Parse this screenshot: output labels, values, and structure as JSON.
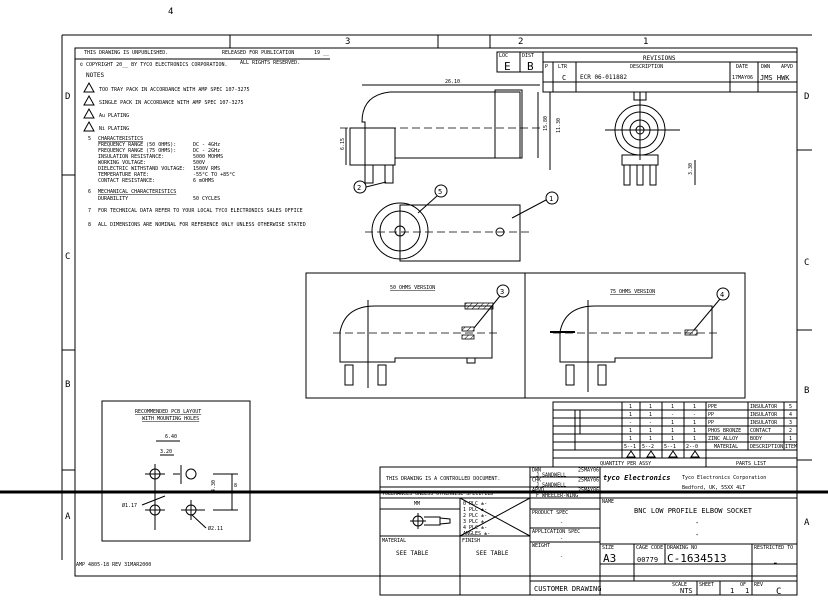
{
  "zones": {
    "top": [
      "4",
      "3",
      "2",
      "1"
    ],
    "side": [
      "D",
      "C",
      "B",
      "A"
    ]
  },
  "header": {
    "line1_left": "THIS DRAWING IS UNPUBLISHED.",
    "line1_mid": "RELEASED FOR PUBLICATION",
    "line1_right": "19 __",
    "line2_left": "© COPYRIGHT  20__  BY TYCO ELECTRONICS CORPORATION.",
    "line2_right": "ALL RIGHTS RESERVED."
  },
  "loc_dist": {
    "loc_label": "LOC",
    "loc": "E",
    "dist_label": "DIST",
    "dist": "B"
  },
  "revisions": {
    "title": "REVISIONS",
    "headers": [
      "P",
      "LTR",
      "DESCRIPTION",
      "DATE",
      "DWN",
      "APVD"
    ],
    "rows": [
      {
        "p": "",
        "ltr": "C",
        "description": "ECR  06-011882",
        "date": "17MAY06",
        "dwn_apvd": "JMS HWK"
      }
    ]
  },
  "notes": {
    "title": "NOTES",
    "items": [
      {
        "num": "1",
        "text": "TOO TRAY PACK IN ACCORDANCE WITH AMP SPEC 107-3275"
      },
      {
        "num": "2",
        "text": "SINGLE PACK IN ACCORDANCE WITH AMP SPEC 107-3275"
      },
      {
        "num": "3",
        "text": "Au PLATING"
      },
      {
        "num": "4",
        "text": "Ni PLATING"
      }
    ],
    "characteristics_num": "5",
    "characteristics_title": "CHARACTERISTICS",
    "characteristics": [
      {
        "label": "FREQUENCY RANGE (50 OHMS):",
        "value": "DC - 4GHz"
      },
      {
        "label": "FREQUENCY RANGE (75 OHMS):",
        "value": "DC - 2GHz"
      },
      {
        "label": "INSULATION RESISTANCE:",
        "value": "5000 MOHMS"
      },
      {
        "label": "WORKING VOLTAGE:",
        "value": "500V"
      },
      {
        "label": "DIELECTRIC WITHSTAND VOLTAGE:",
        "value": "1500V RMS"
      },
      {
        "label": "TEMPERATURE RATE:",
        "value": "-55°C TO +85°C"
      },
      {
        "label": "CONTACT RESISTANCE:",
        "value": "6 mOHMS"
      }
    ],
    "mechanical_num": "6",
    "mechanical_title": "MECHANICAL CHARACTERISTICS",
    "mechanical": [
      {
        "label": "DURABILITY",
        "value": "50 CYCLES"
      }
    ],
    "note7_num": "7",
    "note7": "FOR TECHNICAL DATA REFER TO YOUR LOCAL TYCO ELECTRONICS SALES OFFICE",
    "note8_num": "8",
    "note8": "ALL DIMENSIONS ARE NOMINAL FOR REFERENCE ONLY UNLESS OTHERWISE STATED"
  },
  "dimensions": {
    "length": "26.10",
    "height": "15.80",
    "height2": "11.30",
    "side": "6.15",
    "pin": "3.30"
  },
  "balloons": [
    "1",
    "2",
    "3",
    "4",
    "5"
  ],
  "insets": {
    "left_title": "50 OHMS VERSION",
    "right_title": "75 OHMS VERSION"
  },
  "pcb": {
    "title1": "RECOMMENDED PCB LAYOUT",
    "title2": "WITH MOUNTING HOLES",
    "dim1": "6.40",
    "dim2": "3.20",
    "dim3": "4.30",
    "dim4": "8",
    "hole1": "Ø1.17",
    "hole2": "Ø2.11"
  },
  "parts_list": {
    "rows": [
      {
        "q": [
          "1",
          "1",
          "1",
          "1"
        ],
        "material": "PPE",
        "description": "INSULATOR",
        "item": "5"
      },
      {
        "q": [
          "1",
          "1",
          "-",
          "-"
        ],
        "material": "PP",
        "description": "INSULATOR",
        "item": "4"
      },
      {
        "q": [
          "-",
          "-",
          "1",
          "1"
        ],
        "material": "PP",
        "description": "INSULATOR",
        "item": "3"
      },
      {
        "q": [
          "1",
          "1",
          "1",
          "1"
        ],
        "material": "PHOS BRONZE",
        "description": "CONTACT",
        "item": "2"
      },
      {
        "q": [
          "1",
          "1",
          "1",
          "1"
        ],
        "material": "ZINC ALLOY",
        "description": "BODY",
        "item": "1"
      }
    ],
    "variants": [
      "5--1",
      "5--2",
      "5--1",
      "2--0"
    ],
    "material_header": "MATERIAL",
    "description_header": "DESCRIPTION",
    "item_header": "ITEM",
    "qty_label": "QUANTITY PER ASSY",
    "parts_label": "PARTS LIST"
  },
  "title_block": {
    "controlled": "THIS DRAWING IS A CONTROLLED DOCUMENT.",
    "dwn_label": "DWN",
    "dwn": "J SANDWELL",
    "dwn_date": "25MAY06",
    "chk_label": "CHK",
    "chk": "J SANDWELL",
    "chk_date": "25MAY06",
    "apvd_label": "APVD",
    "apvd": "F WHEELER-WING",
    "apvd_date": "25MAY06",
    "product_spec_label": "PRODUCT SPEC",
    "product_spec": "-",
    "application_spec_label": "APPLICATION SPEC",
    "application_spec": "-",
    "weight_label": "WEIGHT",
    "weight": "-",
    "customer_drawing": "CUSTOMER DRAWING",
    "company_logo": "tyco Electronics",
    "company": "Tyco Electronics Corporation",
    "location": "Bedford, UK, 55XX 4LT",
    "name_label": "NAME",
    "name": "BNC LOW PROFILE ELBOW SOCKET",
    "name2": "-",
    "name3": "-",
    "size_label": "SIZE",
    "size": "A3",
    "cage_label": "CAGE CODE",
    "cage": "00779",
    "dwg_label": "DRAWING NO",
    "dwg": "C-1634513",
    "restricted_label": "RESTRICTED TO",
    "restricted": "-",
    "scale_label": "SCALE",
    "scale": "NTS",
    "sheet_label": "SHEET",
    "sheet": "1",
    "of_label": "OF",
    "of": "1",
    "rev_label": "REV",
    "rev": "C",
    "tolerance_header": "TOLERANCES UNLESS OTHERWISE SPECIFIED",
    "tolerances": [
      "0 PLC  ±-",
      "1 PLC  ±-",
      "2 PLC  ±-",
      "3 PLC  ±-",
      "4 PLC  ±-",
      "ANGLES  ±-"
    ],
    "mm_label": "MM",
    "material_label": "MATERIAL",
    "material": "SEE TABLE",
    "finish_label": "FINISH",
    "finish": "SEE TABLE"
  },
  "form_number": "AMP 4805-18 REV 31MAR2000"
}
